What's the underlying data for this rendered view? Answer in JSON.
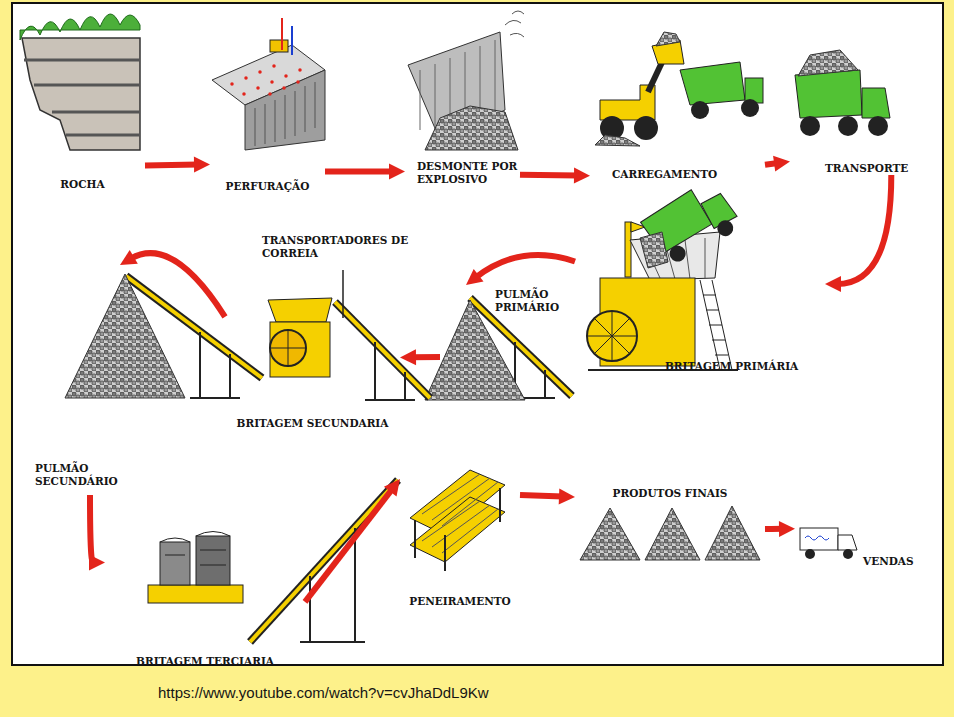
{
  "diagram": {
    "nodes": [
      {
        "text": [
          "ROCHA"
        ]
      },
      {
        "text": [
          "PERFURAÇÃO"
        ]
      },
      {
        "text": [
          "DESMONTE POR EXPLOSIVO"
        ]
      },
      {
        "text": [
          "CARREGAMENTO"
        ]
      },
      {
        "text": [
          "TRANSPORTE"
        ]
      },
      {
        "text": [
          "BRITAGEM PRIMÁRIA"
        ]
      },
      {
        "text": [
          "PULMÃO PRIMÁRIO"
        ]
      },
      {
        "text": [
          "BRITAGEM SECUNDARIA"
        ]
      },
      {
        "text": [
          "PULMÃO SECUNDÁRIO"
        ]
      },
      {
        "text": [
          "BRITAGEM TERCIARIA"
        ]
      },
      {
        "text": [
          "PENEIRAMENTO"
        ]
      },
      {
        "text": [
          "PRODUTOS FINAIS"
        ]
      },
      {
        "text": [
          "VENDAS"
        ]
      }
    ],
    "edges": [
      {
        "from": 0,
        "to": 1,
        "arrow": "to"
      },
      {
        "from": 1,
        "to": 2,
        "arrow": "to"
      },
      {
        "from": 2,
        "to": 3,
        "arrow": "to"
      },
      {
        "from": 3,
        "to": 4,
        "arrow": "to"
      },
      {
        "from": 4,
        "to": 5,
        "arrow": "to"
      },
      {
        "from": 5,
        "to": 6,
        "arrow": "to"
      },
      {
        "from": 6,
        "to": 7,
        "arrow": "to"
      },
      {
        "from": 7,
        "to": 8,
        "arrow": "to"
      },
      {
        "from": 8,
        "to": 9,
        "arrow": "to"
      },
      {
        "from": 9,
        "to": 10,
        "arrow": "to"
      },
      {
        "from": 10,
        "to": 11,
        "arrow": "to"
      },
      {
        "from": 11,
        "to": 12,
        "arrow": "to"
      }
    ],
    "labels": [
      "TRANSPORTADORES DE CORREIA",
      "https://www.youtube.com/watch?v=cvJhaDdL9Kw"
    ]
  }
}
